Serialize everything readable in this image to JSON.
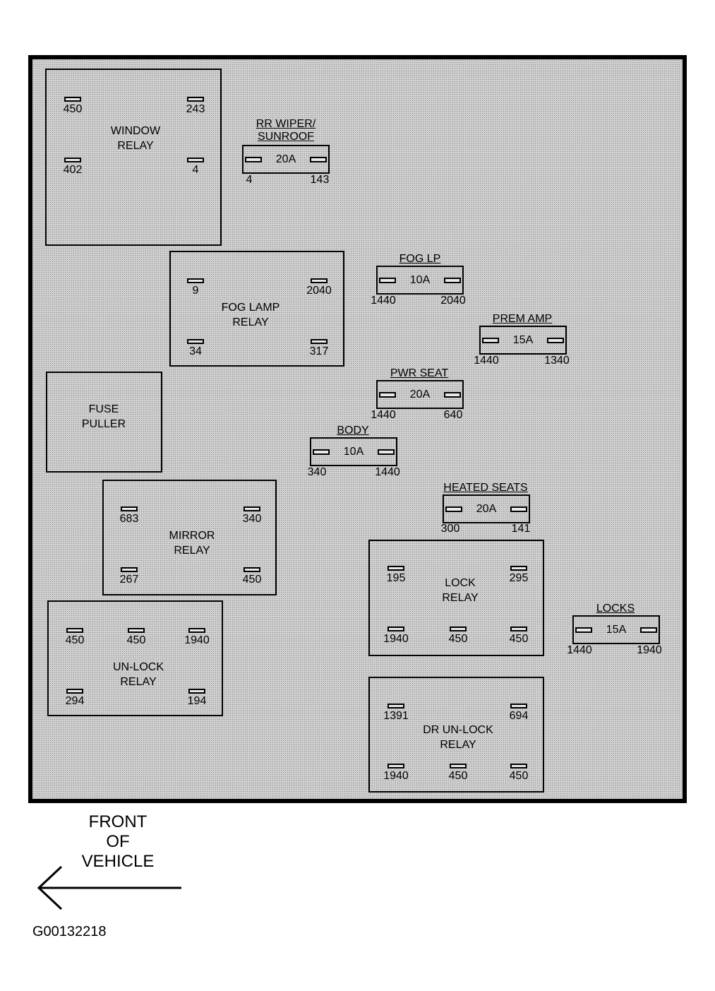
{
  "relays": [
    {
      "id": "window",
      "label_lines": [
        "WINDOW",
        "RELAY"
      ],
      "terminals": [
        "450",
        "243",
        "402",
        "4"
      ]
    },
    {
      "id": "fog-lamp",
      "label_lines": [
        "FOG LAMP",
        "RELAY"
      ],
      "terminals": [
        "9",
        "2040",
        "34",
        "317"
      ]
    },
    {
      "id": "fuse-puller",
      "label_lines": [
        "FUSE",
        "PULLER"
      ],
      "terminals": []
    },
    {
      "id": "mirror",
      "label_lines": [
        "MIRROR",
        "RELAY"
      ],
      "terminals": [
        "683",
        "340",
        "267",
        "450"
      ]
    },
    {
      "id": "un-lock",
      "label_lines": [
        "UN-LOCK",
        "RELAY"
      ],
      "terminals": [
        "450",
        "450",
        "1940",
        "294",
        "194"
      ]
    },
    {
      "id": "lock",
      "label_lines": [
        "LOCK",
        "RELAY"
      ],
      "terminals": [
        "195",
        "295",
        "1940",
        "450",
        "450"
      ]
    },
    {
      "id": "dr-un-lock",
      "label_lines": [
        "DR UN-LOCK",
        "RELAY"
      ],
      "terminals": [
        "1391",
        "694",
        "1940",
        "450",
        "450"
      ]
    }
  ],
  "fuses": [
    {
      "id": "rr-wiper",
      "title_lines": [
        "RR WIPER/",
        "SUNROOF"
      ],
      "rating": "20A",
      "left_terminal": "4",
      "right_terminal": "143"
    },
    {
      "id": "fog-lp",
      "title_lines": [
        "FOG LP"
      ],
      "rating": "10A",
      "left_terminal": "1440",
      "right_terminal": "2040"
    },
    {
      "id": "prem-amp",
      "title_lines": [
        "PREM AMP"
      ],
      "rating": "15A",
      "left_terminal": "1440",
      "right_terminal": "1340"
    },
    {
      "id": "pwr-seat",
      "title_lines": [
        "PWR SEAT"
      ],
      "rating": "20A",
      "left_terminal": "1440",
      "right_terminal": "640"
    },
    {
      "id": "body",
      "title_lines": [
        "BODY"
      ],
      "rating": "10A",
      "left_terminal": "340",
      "right_terminal": "1440"
    },
    {
      "id": "heated-seats",
      "title_lines": [
        "HEATED SEATS"
      ],
      "rating": "20A",
      "left_terminal": "300",
      "right_terminal": "141"
    },
    {
      "id": "locks",
      "title_lines": [
        "LOCKS"
      ],
      "rating": "15A",
      "left_terminal": "1440",
      "right_terminal": "1940"
    }
  ],
  "orientation": {
    "lines": [
      "FRONT",
      "OF",
      "VEHICLE"
    ],
    "arrow_icon": "left-arrow-icon"
  },
  "figure_code": "G00132218"
}
